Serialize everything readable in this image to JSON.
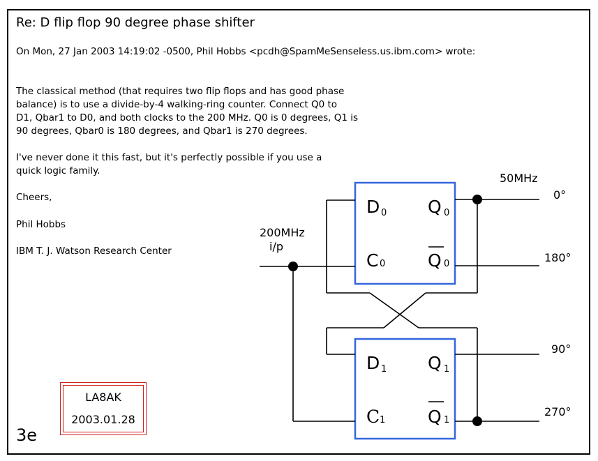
{
  "post": {
    "title": "Re: D flip flop 90 degree phase shifter",
    "header": "On Mon, 27 Jan 2003 14:19:02 -0500, Phil Hobbs <pcdh@SpamMeSenseless.us.ibm.com> wrote:",
    "body_lines": [
      "The classical method (that requires two flip flops and has good phase",
      "balance) is to use a divide-by-4 walking-ring counter.  Connect Q0 to",
      "D1, Qbar1 to D0, and both clocks to the 200 MHz.  Q0 is 0 degrees, Q1 is",
      "90 degrees, Qbar0 is 180 degrees, and Qbar1 is 270 degrees.",
      "I've never done it this fast, but it's perfectly possible if you use a",
      "quick logic family.",
      "Cheers,",
      "Phil Hobbs",
      "IBM T. J. Watson Research Center"
    ]
  },
  "stamp": {
    "callsign": "LA8AK",
    "date": "2003.01.28"
  },
  "page_label": "3e",
  "diagram": {
    "input_freq": "200MHz",
    "input_label": "i/p",
    "output_freq": "50MHz",
    "outputs": [
      "0°",
      "180°",
      "90°",
      "270°"
    ],
    "ff0": {
      "d": "D",
      "c": "C",
      "q": "Q",
      "qbar": "Q",
      "idx": "0"
    },
    "ff1": {
      "d": "D",
      "c": "C",
      "q": "Q",
      "qbar": "Q",
      "idx": "1"
    },
    "box_color": "#3366dd",
    "stamp_color": "#d02020"
  }
}
